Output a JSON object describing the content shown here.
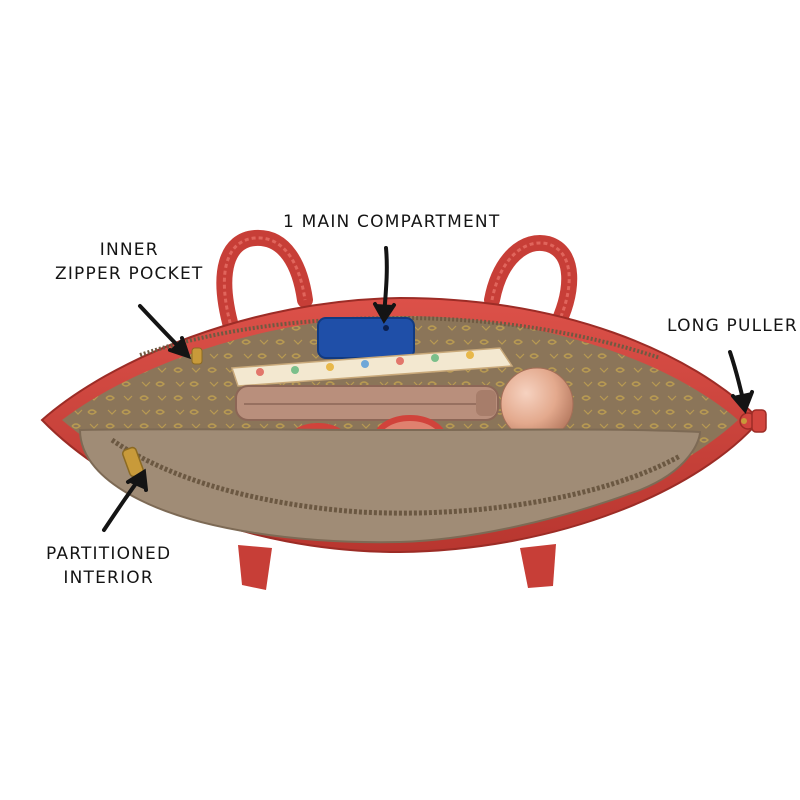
{
  "annotations": {
    "main_compartment": {
      "text": "1 MAIN COMPARTMENT"
    },
    "inner_zipper_pocket": {
      "line1": "INNER",
      "line2": "ZIPPER POCKET"
    },
    "long_puller": {
      "text": "LONG PULLER"
    },
    "partitioned_interior": {
      "line1": "PARTITIONED",
      "line2": "INTERIOR"
    }
  },
  "photo": {
    "subject": "red tote bag, top-down open view",
    "colors": {
      "bag_red": "#d2453e",
      "bag_red_dark": "#a8302b",
      "lining_brown": "#8b7559",
      "lining_pattern": "#b89a52",
      "partition_fabric": "#a08c76",
      "zipper_gold": "#c89a3a",
      "arrow": "#141414"
    }
  }
}
